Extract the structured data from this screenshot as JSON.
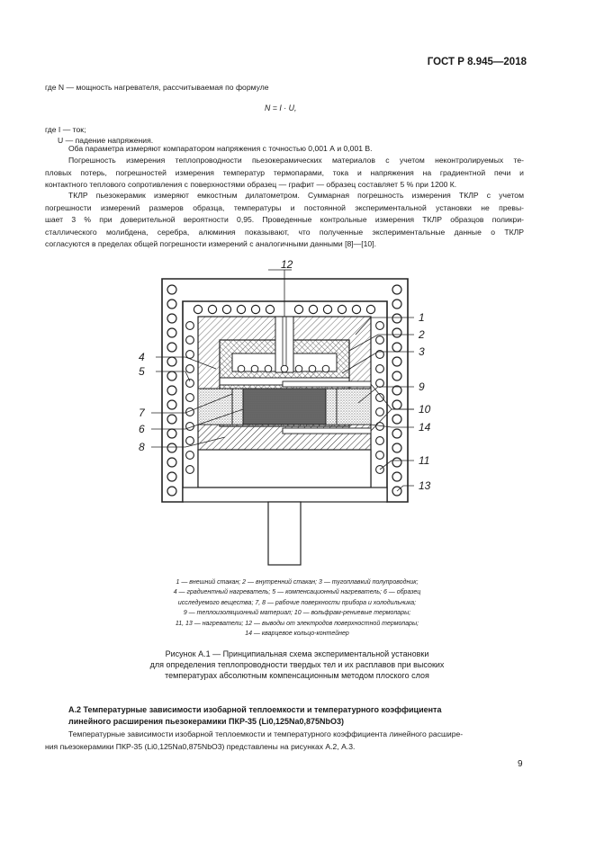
{
  "header": {
    "standard": "ГОСТ Р 8.945—2018"
  },
  "intro": {
    "line1": "где N — мощность нагревателя, рассчитываемая по формуле"
  },
  "formula": {
    "text": "N = I · U,"
  },
  "where": {
    "line1": "где   I — ток;",
    "line2": "U — падение напряжения."
  },
  "paragraphs": {
    "p1": "Оба параметра измеряют компаратором напряжения с точностью 0,001 А и 0,001 В.",
    "p2": [
      "Погрешность измерения теплопроводности пьезокерамических материалов с учетом неконтролируемых те-",
      "пловых потерь, погрешностей измерения температур термопарами, тока и напряжения на градиентной печи и",
      "контактного теплового сопротивления с поверхностями образец — графит — образец составляет 5 % при 1200 К."
    ],
    "p3": [
      "ТКЛР пьезокерамик измеряют емкостным дилатометром. Суммарная погрешность измерения ТКЛР с учетом",
      "погрешности измерений размеров образца, температуры и постоянной экспериментальной установки не превы-",
      "шает 3 % при доверительной вероятности 0,95. Проведенные контрольные измерения ТКЛР образцов поликри-",
      "сталлического молибдена, серебра, алюминия показывают, что полученные экспериментальные данные о ТКЛР",
      "согласуются в пределах общей погрешности измерений с аналогичными данными [8]—[10]."
    ]
  },
  "figure": {
    "callouts": [
      "1",
      "2",
      "3",
      "4",
      "5",
      "7",
      "6",
      "8",
      "9",
      "10",
      "14",
      "11",
      "13",
      "12"
    ],
    "legend": [
      "1 — внешний стакан; 2 — внутренний стакан; 3 — тугоплавкий полупроводник;",
      "4 — градиентный нагреватель; 5 — компенсационный нагреватель; 6 — образец",
      "исследуемого вещества; 7, 8 — рабочие поверхности прибора и холодильника;",
      "9 — теплоизоляционный материал; 10 — вольфрам-рениевые термопары;",
      "11, 13 — нагреватели; 12 — выводы от электродов поверхностной термопары;",
      "14 — кварцевое кольцо-контейнер"
    ],
    "caption": [
      "Рисунок А.1 — Принципиальная схема экспериментальной установки",
      "для определения теплопроводности твердых тел и их расплавов при высоких",
      "температурах абсолютным компенсационным методом плоского слоя"
    ]
  },
  "section": {
    "title_line1": "А.2 Температурные зависимости изобарной теплоемкости и температурного коэффициента",
    "title_line2": "линейного расширения пьезокерамики ПКР-35 (Li0,125Na0,875NbO3)"
  },
  "closing": {
    "line1": "Температурные зависимости изобарной теплоемкости и температурного коэффициента линейного расшире-",
    "line2": "ния пьезокерамики ПКР-35 (Li0,125Na0,875NbO3) представлены на рисунках А.2, А.3."
  },
  "footer": {
    "page_number": "9"
  }
}
